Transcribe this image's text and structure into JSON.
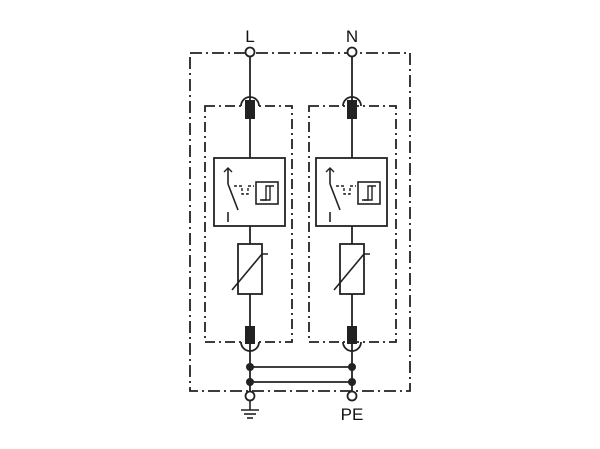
{
  "terminals": {
    "top_left": "L",
    "top_right": "N",
    "bottom_right": "PE",
    "bottom_left_icon": "ground-icon"
  },
  "modules": [
    {
      "name": "module-left",
      "components": [
        "fuse-icon",
        "thermal-disconnector-icon",
        "varistor-icon",
        "fuse-icon"
      ]
    },
    {
      "name": "module-right",
      "components": [
        "fuse-icon",
        "thermal-disconnector-icon",
        "varistor-icon",
        "fuse-icon"
      ]
    }
  ],
  "colors": {
    "stroke": "#222222",
    "background": "#ffffff"
  }
}
